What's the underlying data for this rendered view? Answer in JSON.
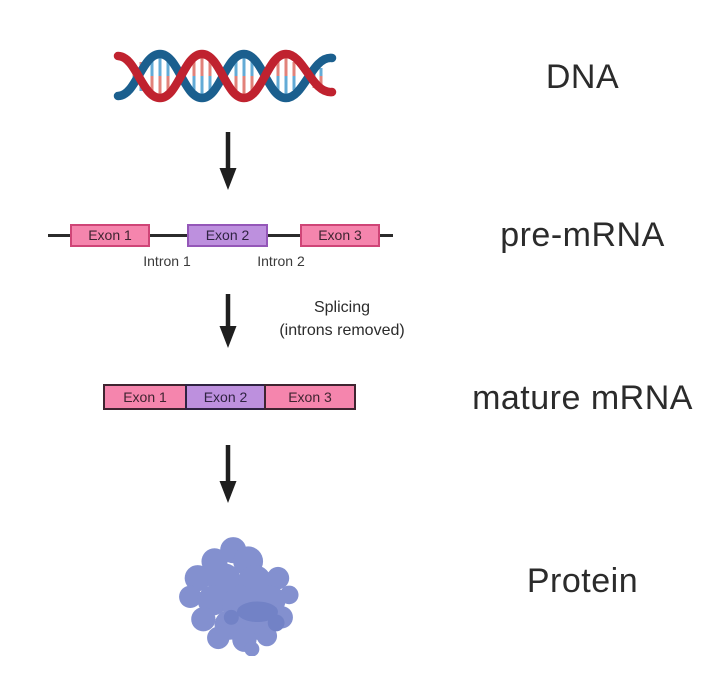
{
  "stages": {
    "dna": {
      "label": "DNA"
    },
    "pre_mrna": {
      "label": "pre-mRNA",
      "exons": [
        "Exon 1",
        "Exon 2",
        "Exon 3"
      ],
      "introns": [
        "Intron 1",
        "Intron 2"
      ]
    },
    "splicing": {
      "line1": "Splicing",
      "line2": "(introns removed)"
    },
    "mature_mrna": {
      "label": "mature mRNA",
      "exons": [
        "Exon 1",
        "Exon 2",
        "Exon 3"
      ]
    },
    "protein": {
      "label": "Protein"
    }
  },
  "colors": {
    "exon_pink": "#f585ad",
    "exon_pink_border": "#cf4577",
    "exon_purple": "#bd90de",
    "exon_purple_border": "#9457b8",
    "dna_strand_red": "#c0222f",
    "dna_strand_blue": "#1b5f8e",
    "dna_rung_blue": "#63abd6",
    "dna_rung_red": "#e2827a",
    "backbone_line": "#2b2b2b",
    "arrow": "#1f1f1f",
    "protein_blue": "#8390cf",
    "protein_blue_dark": "#7282c6",
    "background": "#ffffff"
  }
}
